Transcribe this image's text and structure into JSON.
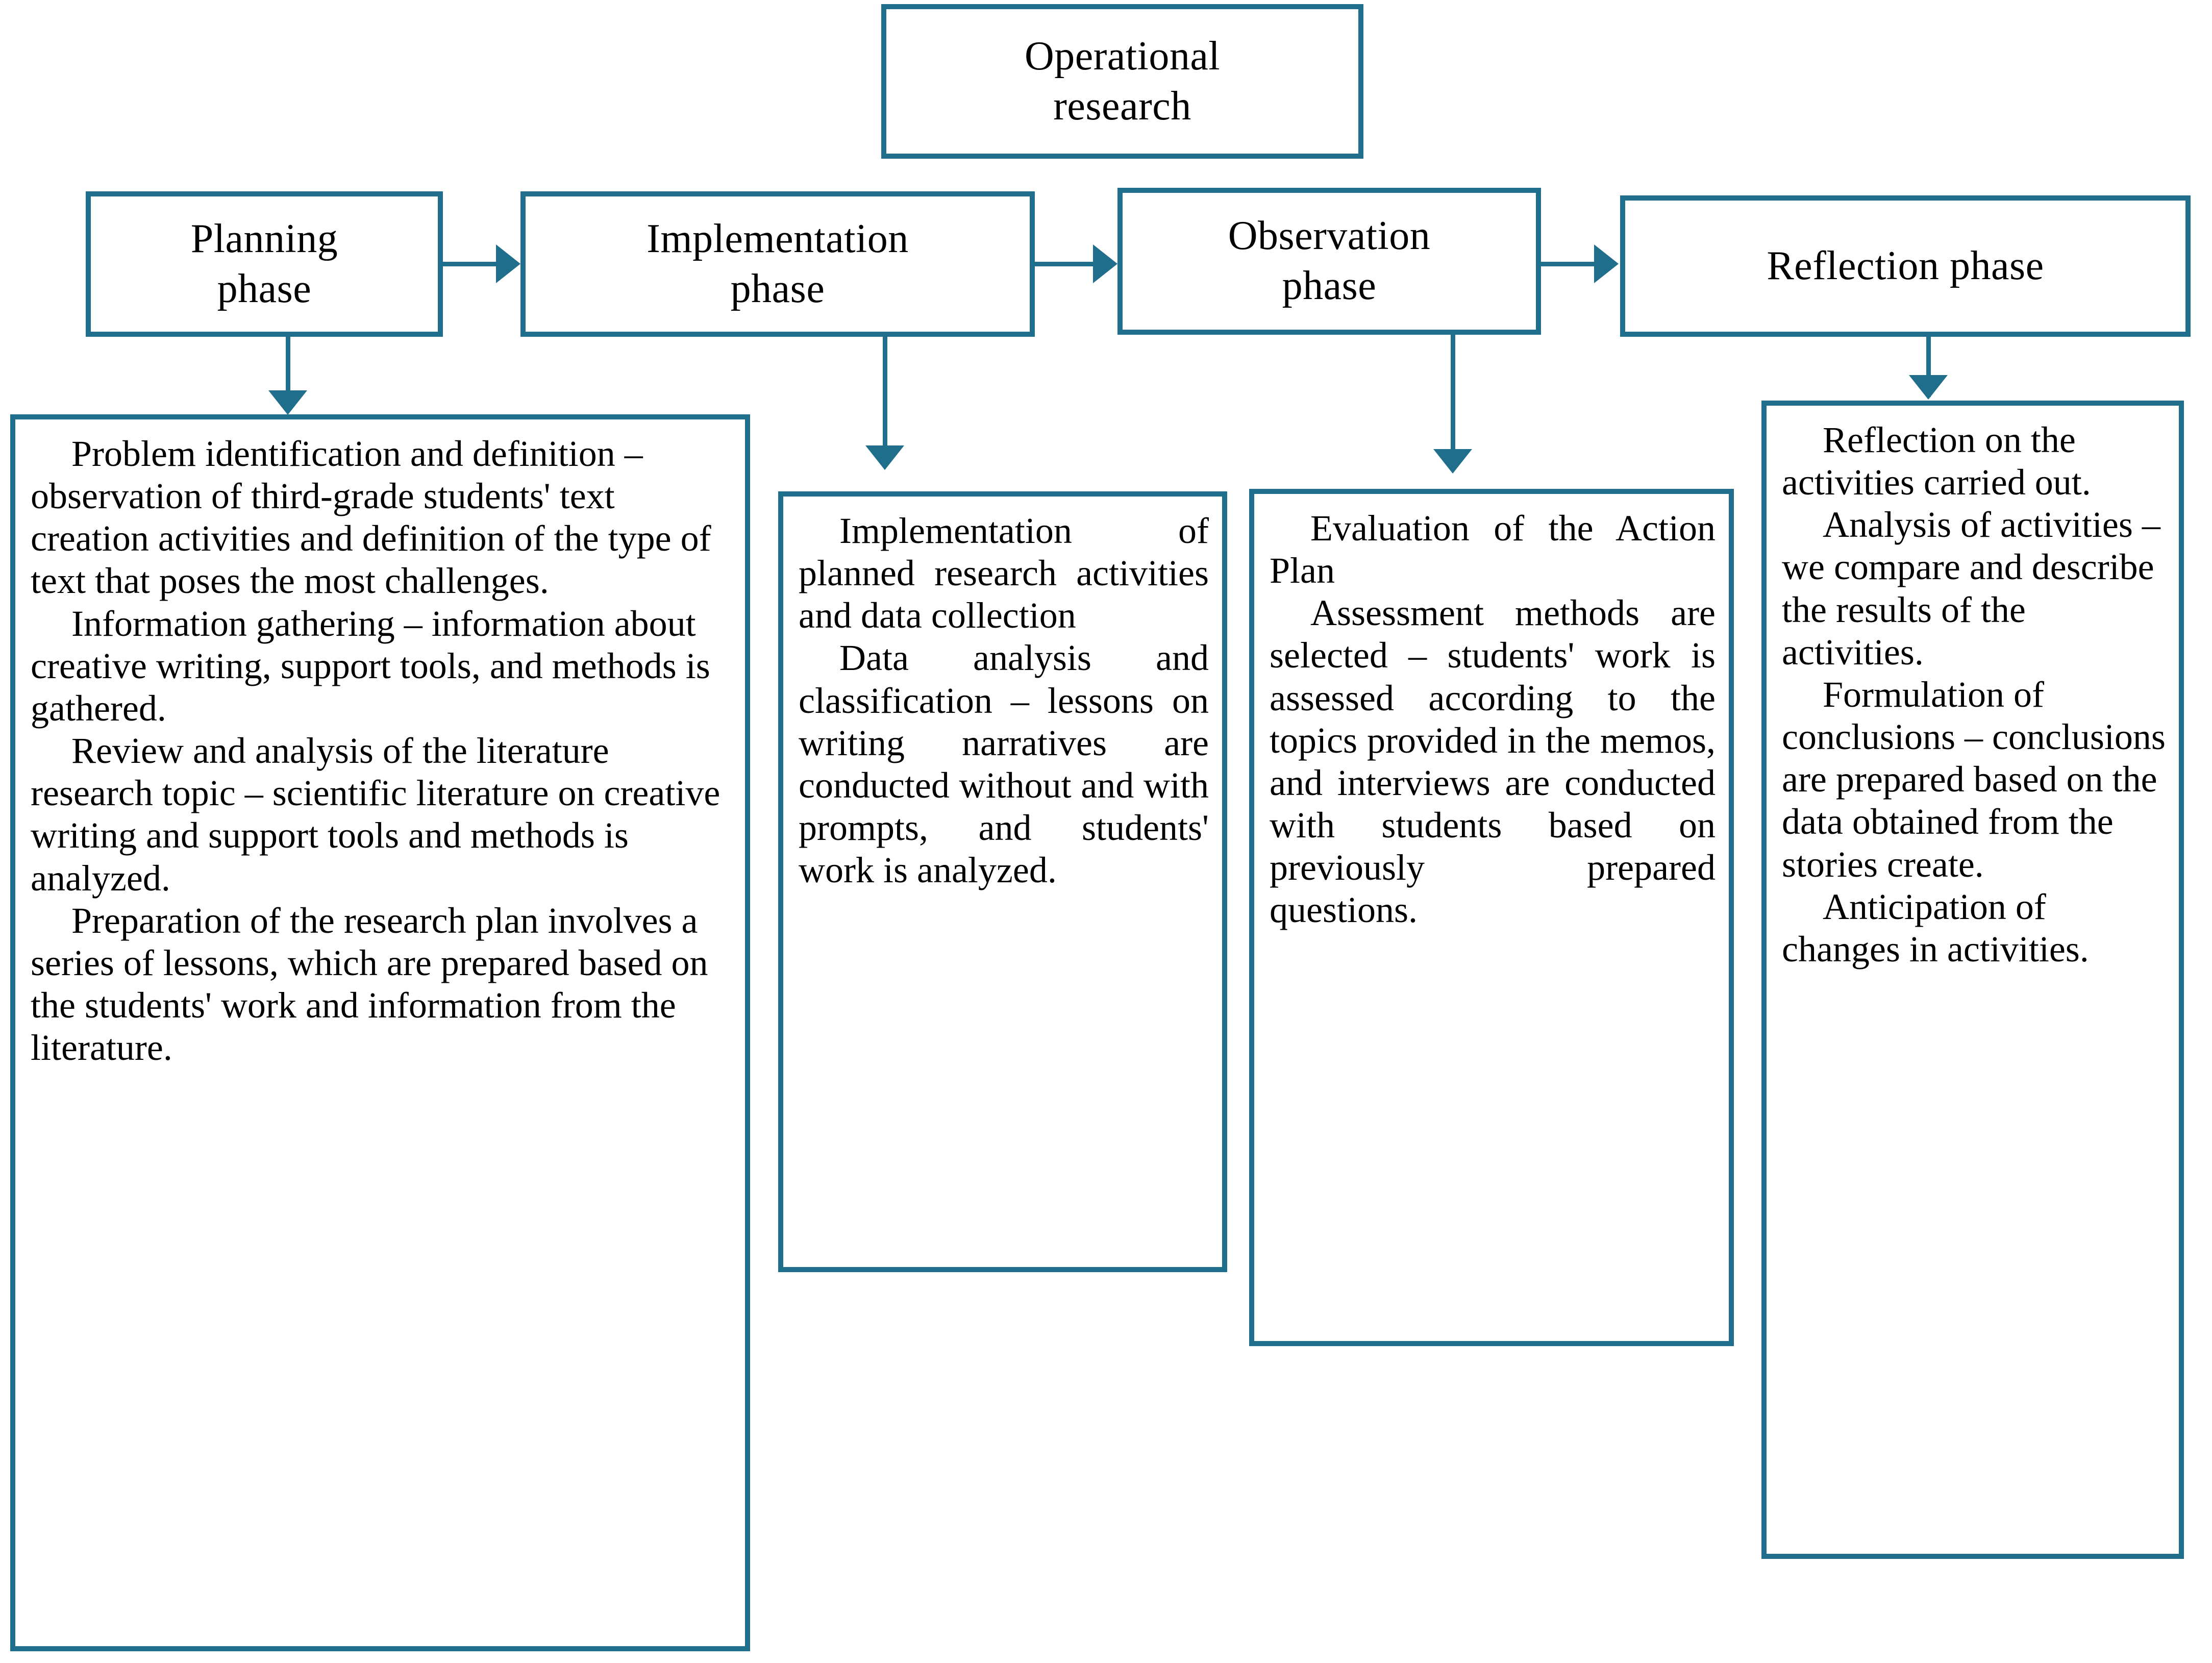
{
  "diagram": {
    "title_box": {
      "line1": "Operational",
      "line2": "research"
    },
    "phases": [
      {
        "id": "planning",
        "line1": "Planning",
        "line2": "phase"
      },
      {
        "id": "implementation",
        "line1": "Implementation",
        "line2": "phase"
      },
      {
        "id": "observation",
        "line1": "Observation",
        "line2": "phase"
      },
      {
        "id": "reflection",
        "line1": "Reflection phase",
        "line2": ""
      }
    ],
    "details": {
      "planning": {
        "p1": "Problem identification and definition – observation of third-grade students' text creation activities and definition of the type of text that poses the most challenges.",
        "p2": "Information gathering – information about creative writing, support tools, and methods is gathered.",
        "p3": "Review and analysis of the literature research topic – scientific literature on creative writing and support tools and methods is analyzed.",
        "p4": "Preparation of the research plan involves a series of lessons, which are prepared based on the students' work and information from the literature."
      },
      "implementation": {
        "p1": "Implementation of planned research activities and data collection",
        "p2": "Data analysis and classification – lessons on writing narratives are conducted without and with prompts, and students' work is analyzed."
      },
      "observation": {
        "p1": "Evaluation of the Action Plan",
        "p2": "Assessment methods are selected – students' work is assessed according to the topics provided in the memos, and interviews are conducted with students based on previously prepared questions."
      },
      "reflection": {
        "p1": "Reflection on the activities carried out.",
        "p2": "Analysis of activities – we compare and describe the results of the activities.",
        "p3": "Formulation of conclusions – conclusions are prepared based on the data obtained from the stories create.",
        "p4": "Anticipation of changes in activities."
      }
    },
    "colors": {
      "border": "#1F6E8C",
      "connector": "#1F6E8C",
      "background": "#ffffff",
      "text": "#000000"
    }
  }
}
